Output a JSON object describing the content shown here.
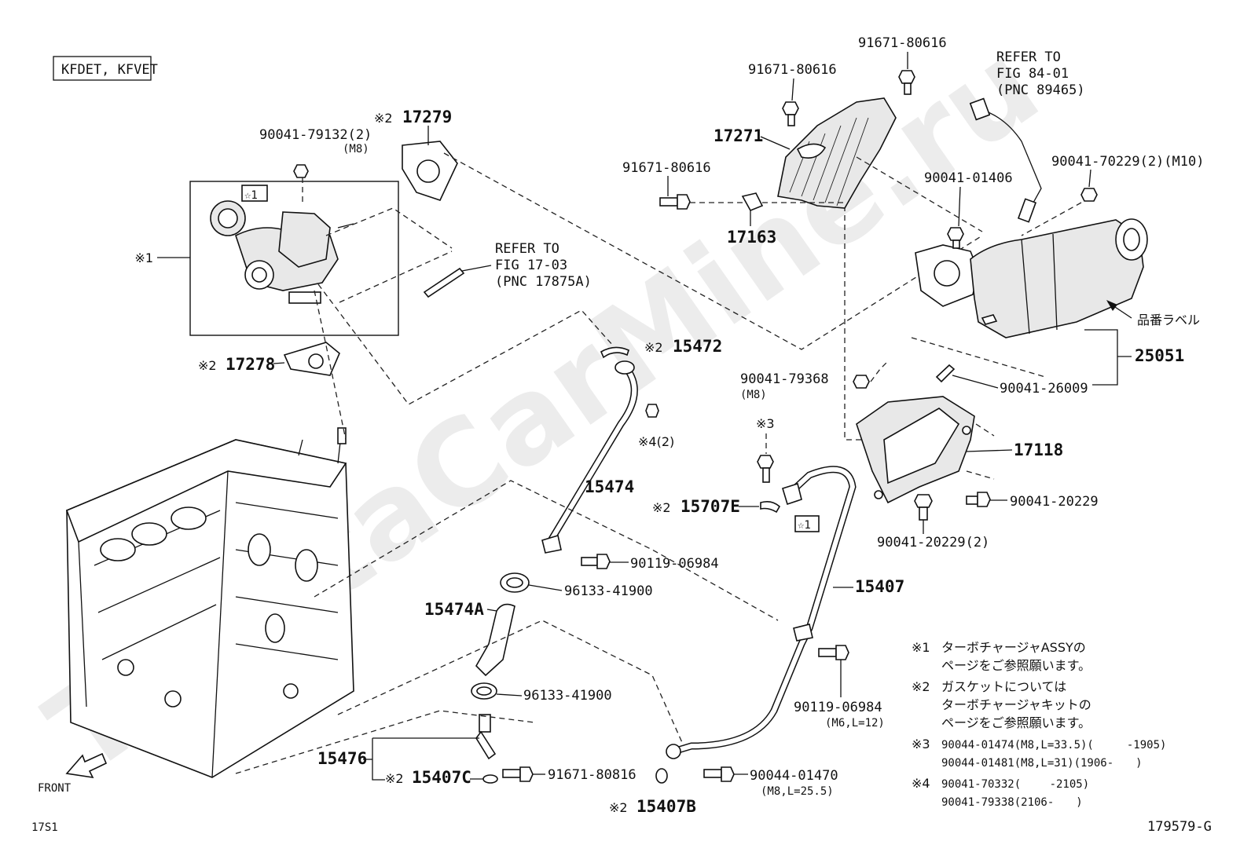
{
  "header": {
    "engine_code": "KFDET, KFVET"
  },
  "footer": {
    "page_code": "17S1",
    "figure_id": "179579-G",
    "front_label": "FRONT"
  },
  "watermark": "ToyotaCarMine.ru",
  "refs": {
    "fig_17_03": [
      "REFER TO",
      "FIG 17-03",
      "(PNC 17875A)"
    ],
    "fig_84_01": [
      "REFER TO",
      "FIG 84-01",
      "(PNC 89465)"
    ]
  },
  "parts": {
    "p17279": "17279",
    "p17278": "17278",
    "p15472": "15472",
    "p15474": "15474",
    "p15474a": "15474A",
    "p15476": "15476",
    "p15407c": "15407C",
    "p15407b": "15407B",
    "p15407": "15407",
    "p15707e": "15707E",
    "p17271": "17271",
    "p17163": "17163",
    "p25051": "25051",
    "p17118": "17118",
    "n90041_79132": "90041-79132(2)",
    "n90041_79132_sub": "(M8)",
    "n91671_80616_a": "91671-80616",
    "n91671_80616_b": "91671-80616",
    "n91671_80616_c": "91671-80616",
    "n90041_01406": "90041-01406",
    "n90041_70229": "90041-70229(2)(M10)",
    "n90041_79368": "90041-79368",
    "n90041_79368_sub": "(M8)",
    "n90041_26009": "90041-26009",
    "n90041_20229_a": "90041-20229",
    "n90041_20229_b": "90041-20229(2)",
    "n90119_06984_a": "90119-06984",
    "n90119_06984_b": "90119-06984",
    "n90119_06984_b_sub": "(M6,L=12)",
    "n96133_41900_a": "96133-41900",
    "n96133_41900_b": "96133-41900",
    "n91671_80816": "91671-80816",
    "n90044_01470": "90044-01470",
    "n90044_01470_sub": "(M8,L=25.5)",
    "hinban_label": "品番ラベル"
  },
  "marks": {
    "k1": "※1",
    "k2": "※2",
    "k3": "※3",
    "k4": "※4",
    "k4_qty": "※4(2)",
    "star1": "☆1"
  },
  "notes": [
    {
      "mark": "※1",
      "lines": [
        "ターボチャージャASSYの",
        "ページをご参照願います。"
      ]
    },
    {
      "mark": "※2",
      "lines": [
        "ガスケットについては",
        "ターボチャージャキットの",
        "ページをご参照願います。"
      ]
    },
    {
      "mark": "※3",
      "lines": [
        "90044-01474(M8,L=33.5)(　　　-1905)",
        "90044-01481(M8,L=31)(1906-　　)"
      ]
    },
    {
      "mark": "※4",
      "lines": [
        "90041-70332(　　 -2105)",
        "90041-79338(2106-　　)"
      ]
    }
  ]
}
